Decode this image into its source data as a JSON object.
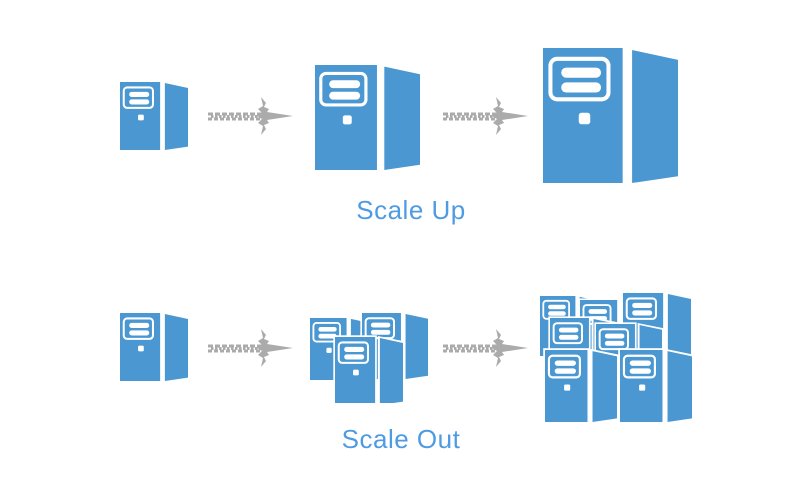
{
  "rows": [
    {
      "name": "scale-up",
      "label": "Scale Up",
      "stages": [
        "small-server",
        "arrow",
        "medium-server",
        "arrow",
        "large-server"
      ]
    },
    {
      "name": "scale-out",
      "label": "Scale Out",
      "stages": [
        "small-server",
        "arrow",
        "server-cluster-small",
        "arrow",
        "server-cluster-large"
      ]
    }
  ],
  "icons": {
    "server": "server-tower-icon",
    "arrow": "sketchy-right-arrow-icon"
  },
  "colors": {
    "server_blue": "#4a97d2",
    "label_blue": "#4f9be3",
    "arrow_gray": "#ababab",
    "background": "#ffffff"
  }
}
